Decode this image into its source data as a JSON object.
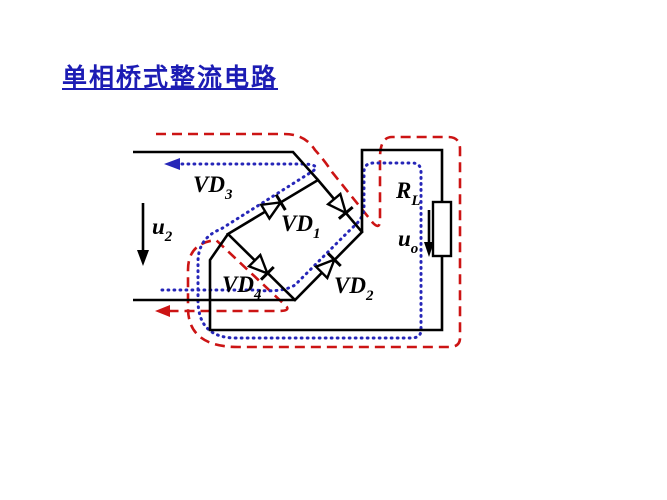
{
  "title": "单相桥式整流电路",
  "colors": {
    "title": "#1c1cb4",
    "wire": "#000000",
    "positive_half_path": "#cc1414",
    "negative_half_path": "#2626b8",
    "background": "#ffffff"
  },
  "circuit": {
    "input_voltage": {
      "main": "u",
      "sub": "2"
    },
    "load_resistor": {
      "main": "R",
      "sub": "L"
    },
    "output_voltage": {
      "main": "u",
      "sub": "o"
    },
    "diodes": [
      {
        "main": "VD",
        "sub": "1"
      },
      {
        "main": "VD",
        "sub": "2"
      },
      {
        "main": "VD",
        "sub": "3"
      },
      {
        "main": "VD",
        "sub": "4"
      }
    ]
  }
}
